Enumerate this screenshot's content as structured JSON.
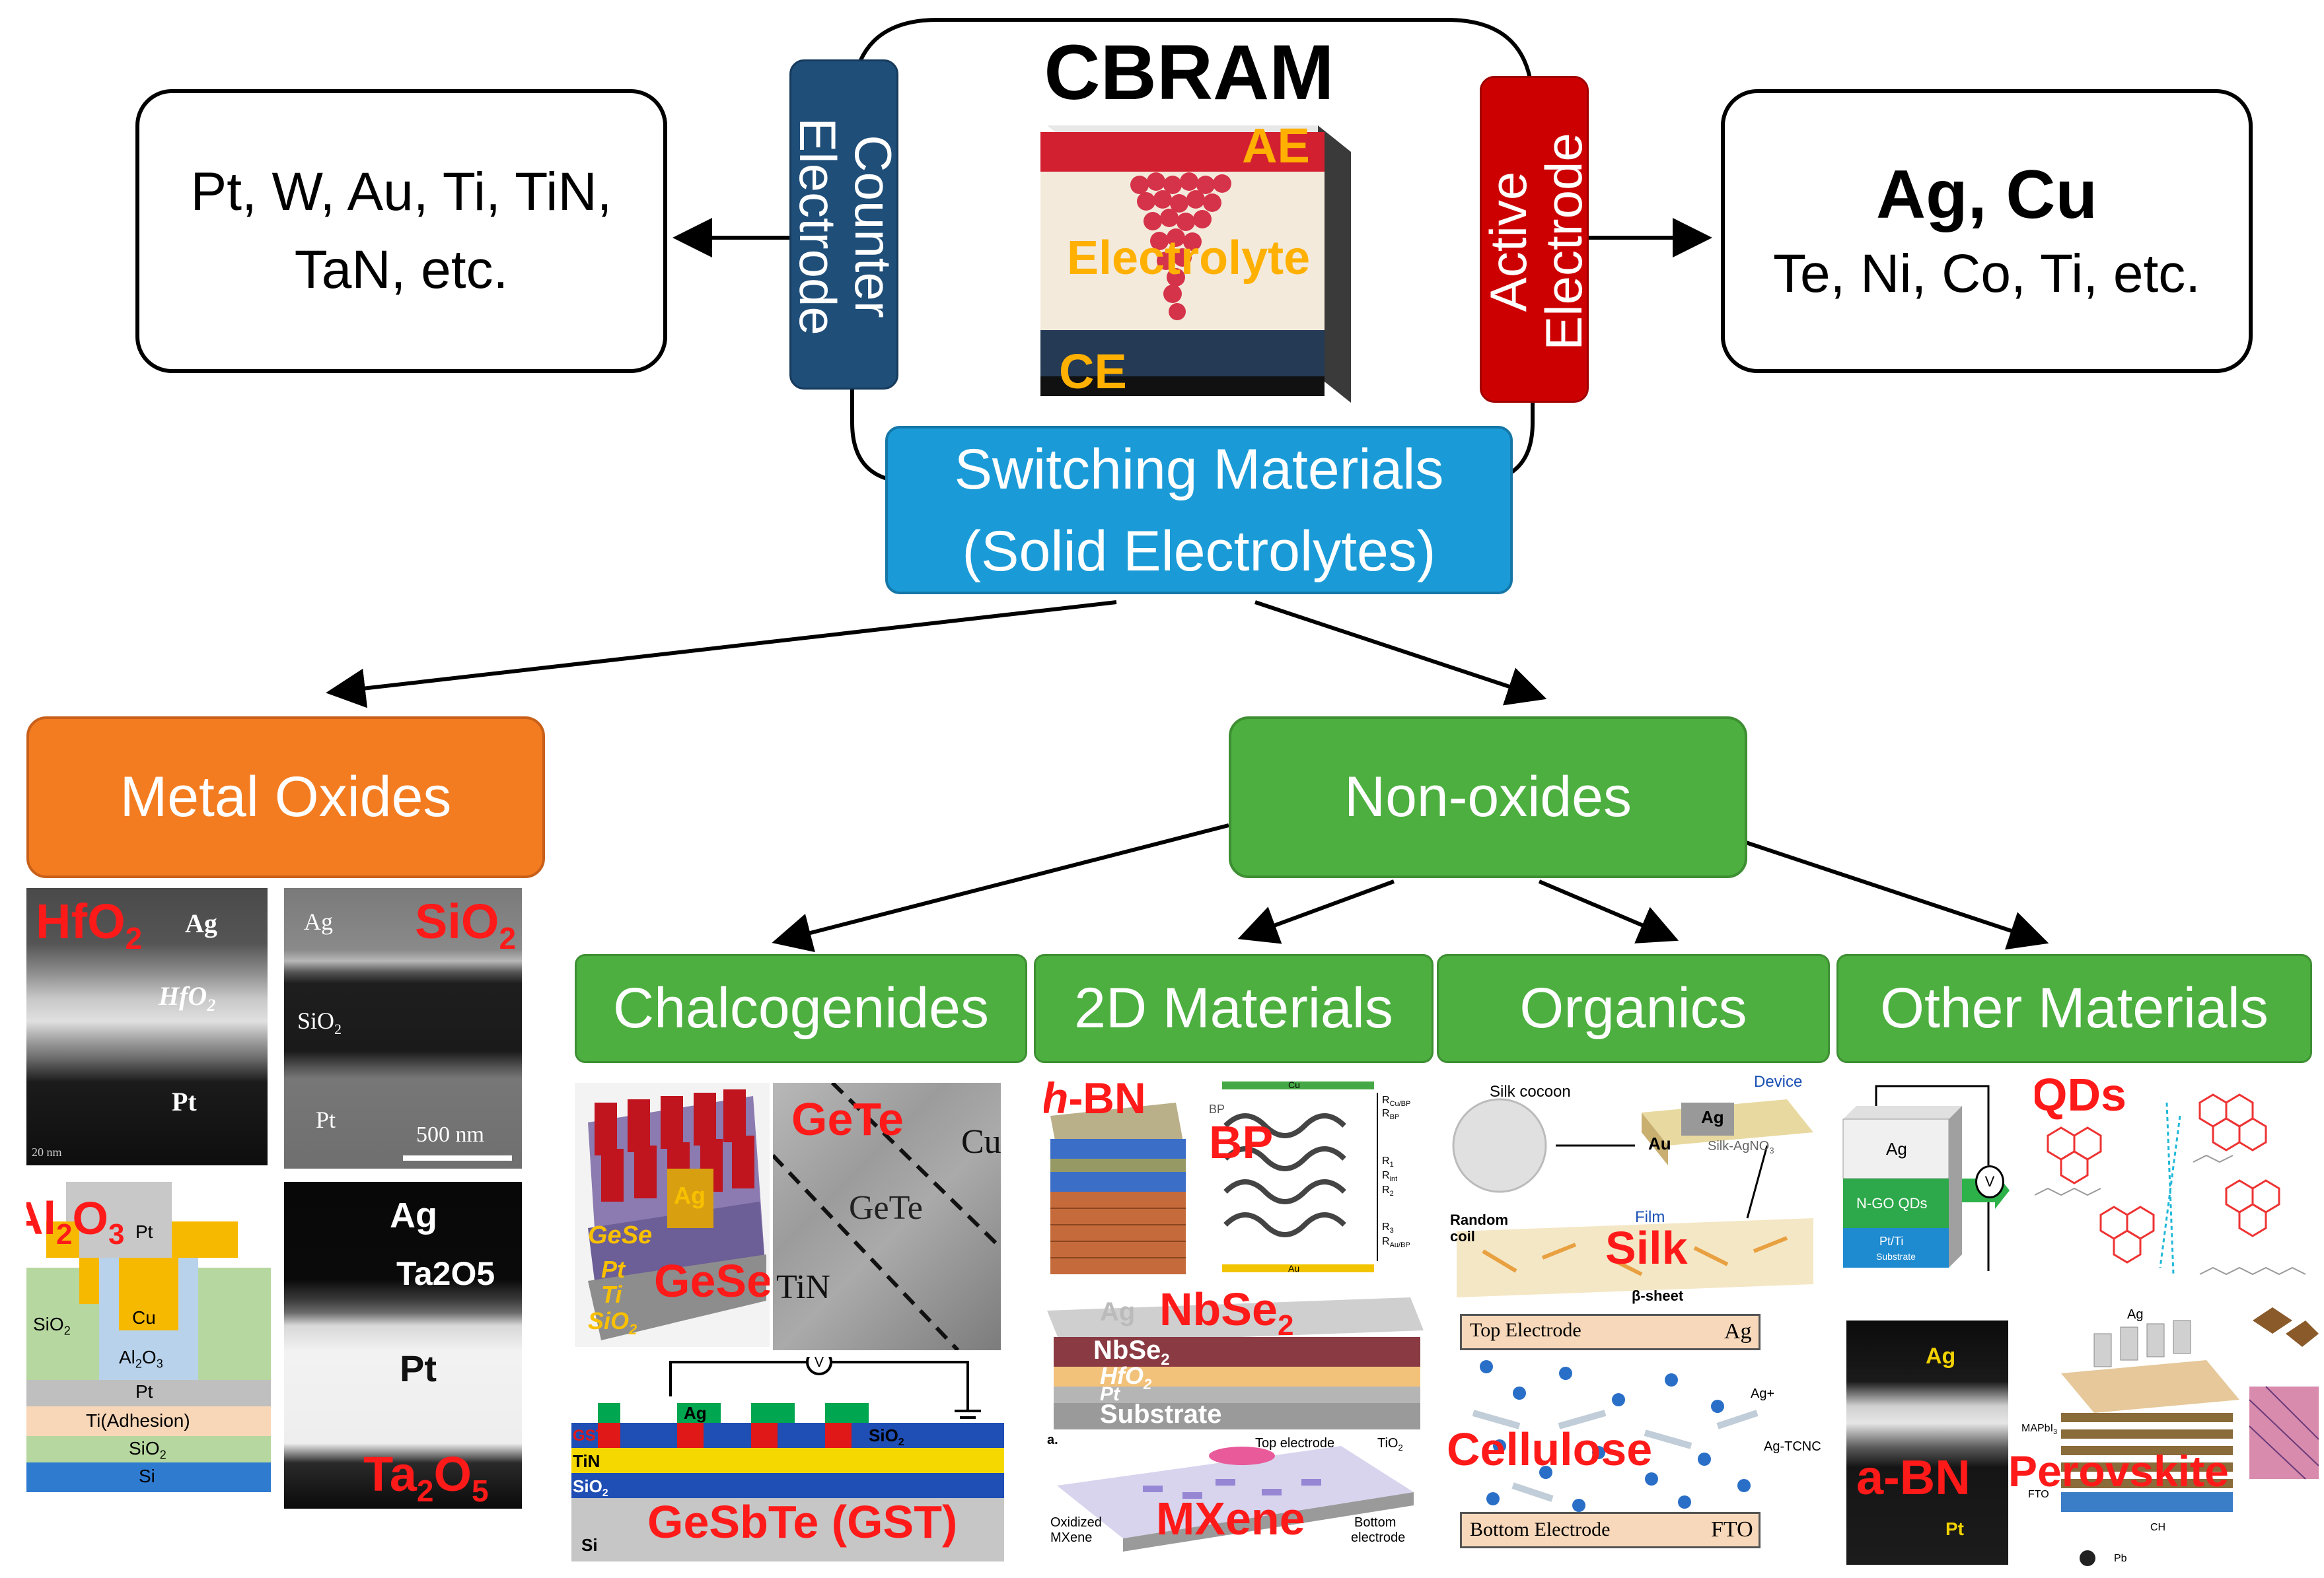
{
  "title": "CBRAM",
  "device": {
    "ae": "AE",
    "electrolyte": "Electrolyte",
    "ce": "CE"
  },
  "counter_electrode": {
    "label_line1": "Counter",
    "label_line2": "Electrode",
    "materials_line1": "Pt, W, Au, Ti, TiN,",
    "materials_line2": "TaN, etc."
  },
  "active_electrode": {
    "label_line1": "Active",
    "label_line2": "Electrode",
    "materials_line1": "Ag, Cu",
    "materials_line2": "Te, Ni, Co, Ti, etc."
  },
  "switching": {
    "line1": "Switching Materials",
    "line2": "(Solid Electrolytes)"
  },
  "metal_oxides": {
    "label": "Metal Oxides",
    "hfo2": {
      "tag": "HfO",
      "sub": "2",
      "ag": "Ag",
      "layer": "HfO",
      "layer_sub": "2",
      "pt": "Pt",
      "scale": "20 nm"
    },
    "sio2": {
      "tag": "SiO",
      "sub": "2",
      "ag": "Ag",
      "layer": "SiO",
      "layer_sub": "2",
      "pt": "Pt",
      "scale": "500 nm"
    },
    "al2o3": {
      "tag_a": "Al",
      "sub_a": "2",
      "tag_b": "O",
      "sub_b": "3",
      "pt_top": "Pt",
      "sio2": "SiO",
      "sio2_sub": "2",
      "cu": "Cu",
      "al2o3": "Al",
      "al2o3_s1": "2",
      "al2o3_o": "O",
      "al2o3_s2": "3",
      "pt": "Pt",
      "ti": "Ti(Adhesion)",
      "sio2_b": "SiO",
      "sio2_b_sub": "2",
      "si": "Si"
    },
    "ta2o5": {
      "ag": "Ag",
      "layer": "Ta",
      "layer_s1": "2",
      "layer_o": "O",
      "layer_s2": "5",
      "pt": "Pt",
      "tag": "Ta",
      "tag_s1": "2",
      "tag_o": "O",
      "tag_s2": "5"
    }
  },
  "non_oxides": {
    "label": "Non-oxides"
  },
  "chalcogenides": {
    "label": "Chalcogenides",
    "gese_img": {
      "ag": "Ag",
      "gese": "GeSe",
      "pt": "Pt",
      "ti": "Ti",
      "sio2": "SiO",
      "sio2_sub": "2",
      "tag": "GeSe"
    },
    "gete_img": {
      "tag": "GeTe",
      "cu": "Cu",
      "gete": "GeTe",
      "tin": "TiN"
    },
    "gst_img": {
      "v": "V",
      "ag": "Ag",
      "gst": "GST",
      "sio2": "SiO",
      "sio2_sub": "2",
      "tin": "TiN",
      "sio2_b": "SiO",
      "sio2_b_sub": "2",
      "si": "Si",
      "tag": "GeSbTe (GST)"
    }
  },
  "two_d": {
    "label": "2D Materials",
    "hbn": {
      "tag_i": "h",
      "tag": "-BN"
    },
    "bp": {
      "tag": "BP",
      "bp": "BP",
      "r1": "R",
      "r1s": "Cu/BP",
      "r2": "R",
      "r2s": "BP",
      "r3": "R",
      "r3s": "1",
      "r4": "R",
      "r4s": "int",
      "r5": "R",
      "r5s": "2",
      "r6": "R",
      "r6s": "3",
      "r7": "R",
      "r7s": "Au/BP",
      "cu": "Cu",
      "au": "Au"
    },
    "nbse2": {
      "tag": "NbSe",
      "tag_sub": "2",
      "ag": "Ag",
      "nbse2": "NbSe",
      "nbse2_sub": "2",
      "hfo2": "HfO",
      "hfo2_sub": "2",
      "pt": "Pt",
      "substrate": "Substrate"
    },
    "mxene": {
      "tag": "MXene",
      "a": "a.",
      "top": "Top electrode",
      "tio2": "TiO",
      "tio2_sub": "2",
      "oxidized": "Oxidized",
      "mx": "MXene",
      "bottom": "Bottom",
      "electrode": "electrode"
    }
  },
  "organics": {
    "label": "Organics",
    "silk": {
      "tag": "Silk",
      "cocoon": "Silk cocoon",
      "device": "Device",
      "ag": "Ag",
      "au": "Au",
      "silkag": "Silk-AgNO",
      "silkag_sub": "3",
      "film": "Film",
      "random": "Random",
      "coil": "coil",
      "beta": "β-sheet"
    },
    "cellulose": {
      "tag": "Cellulose",
      "top": "Top Electrode",
      "ag": "Ag",
      "agp": "Ag+",
      "agtcnc": "Ag-TCNC",
      "bottom": "Bottom Electrode",
      "fto": "FTO"
    }
  },
  "other": {
    "label": "Other Materials",
    "qds": {
      "tag": "QDs",
      "ag": "Ag",
      "ngo": "N-GO QDs",
      "ptti": "Pt/Ti",
      "substrate": "Substrate",
      "v": "V"
    },
    "abn": {
      "tag": "a-BN",
      "ag": "Ag",
      "pt": "Pt"
    },
    "perov": {
      "tag": "Perovskite",
      "ag": "Ag",
      "mapi": "MAPbI",
      "mapi_sub": "3",
      "fto": "FTO",
      "ch": "CH",
      "pb": "Pb"
    }
  },
  "colors": {
    "counter": "#1f4e79",
    "active": "#cc0000",
    "switching": "#1a9bd7",
    "metal_oxides": "#f47c20",
    "green": "#4caf3f",
    "tag": "#ff1a1a",
    "device_tag": "#ffb000"
  }
}
